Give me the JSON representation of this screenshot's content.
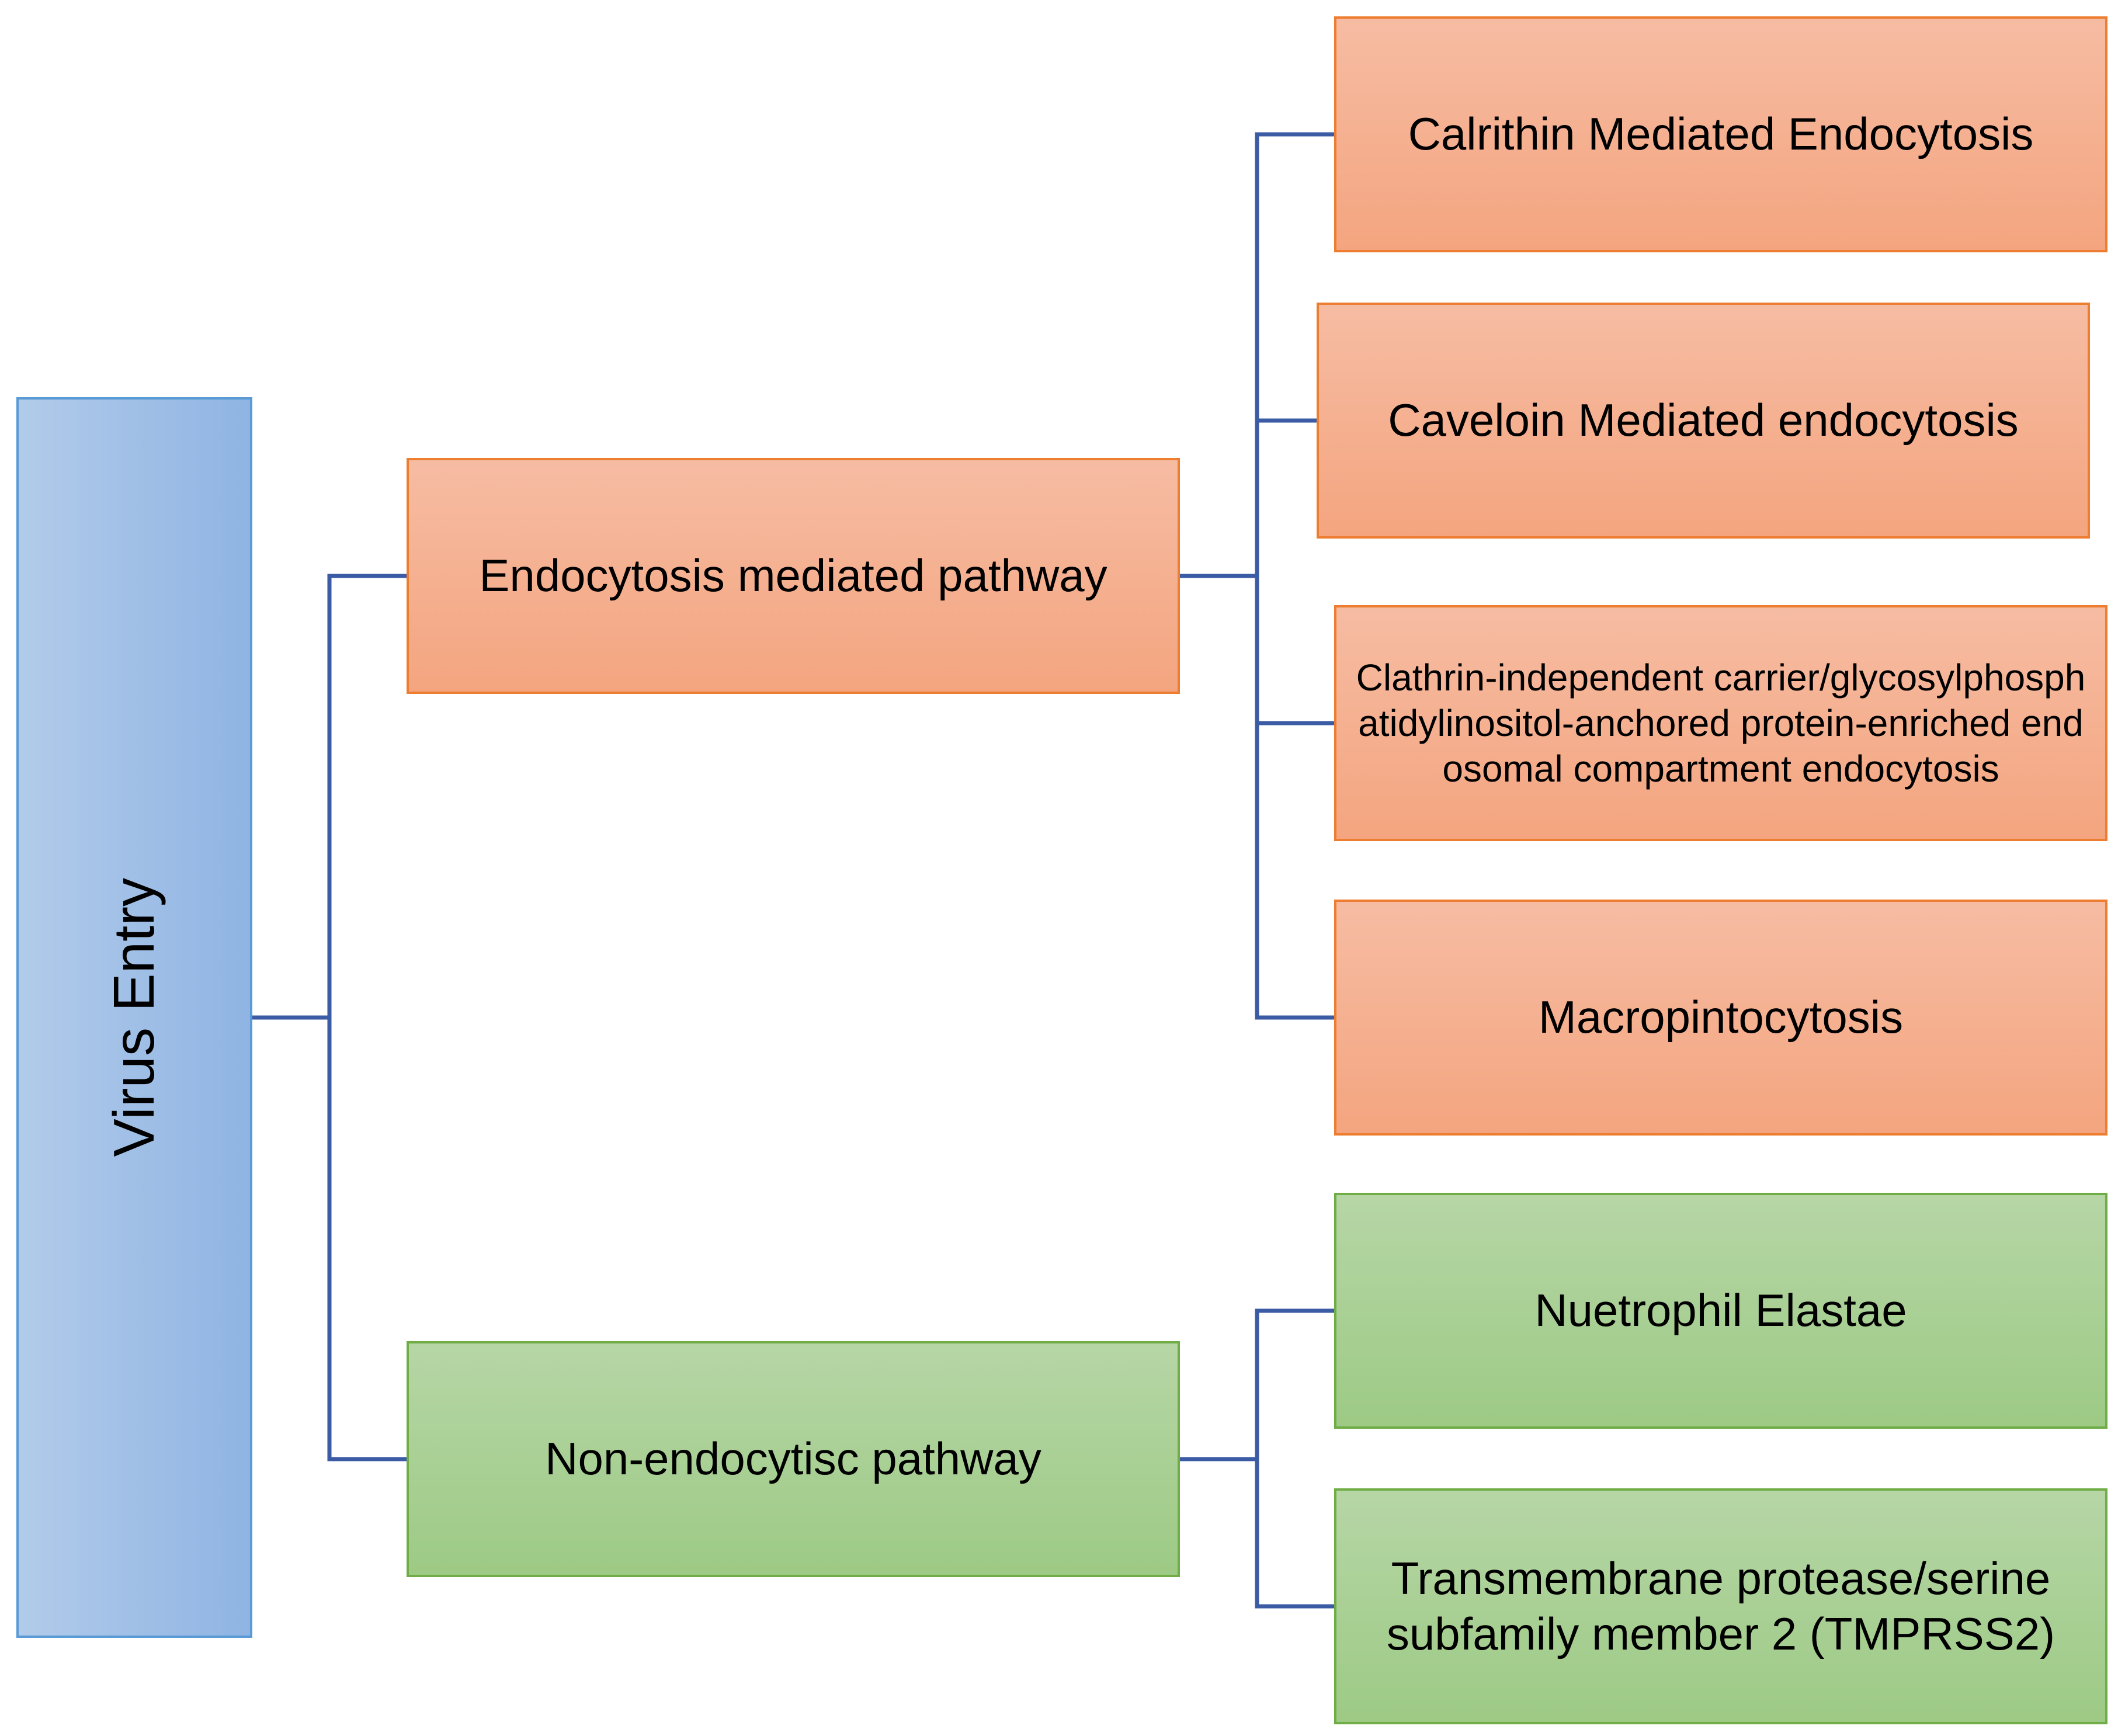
{
  "colors": {
    "connector": "#3b5ba5",
    "root_fill": "#9fbfe6",
    "root_border": "#5b9bd5",
    "orange_fill": "#f5b090",
    "orange_border": "#ed7d31",
    "green_fill": "#a9d18e",
    "green_border": "#70ad47"
  },
  "root": {
    "label": "Virus Entry"
  },
  "pathways": [
    {
      "label": "Endocytosis mediated pathway",
      "children": [
        {
          "label": "Calrithin Mediated Endocytosis"
        },
        {
          "label": "Caveloin Mediated endocytosis"
        },
        {
          "label": "Clathrin-independent carrier/glycosylphosphatidylinositol-anchored protein-enriched endosomal compartment endocytosis"
        },
        {
          "label": "Macropintocytosis"
        }
      ]
    },
    {
      "label": "Non-endocytisc pathway",
      "children": [
        {
          "label": "Nuetrophil Elastae"
        },
        {
          "label": "Transmembrane protease/serine subfamily member 2 (TMPRSS2)"
        }
      ]
    }
  ]
}
